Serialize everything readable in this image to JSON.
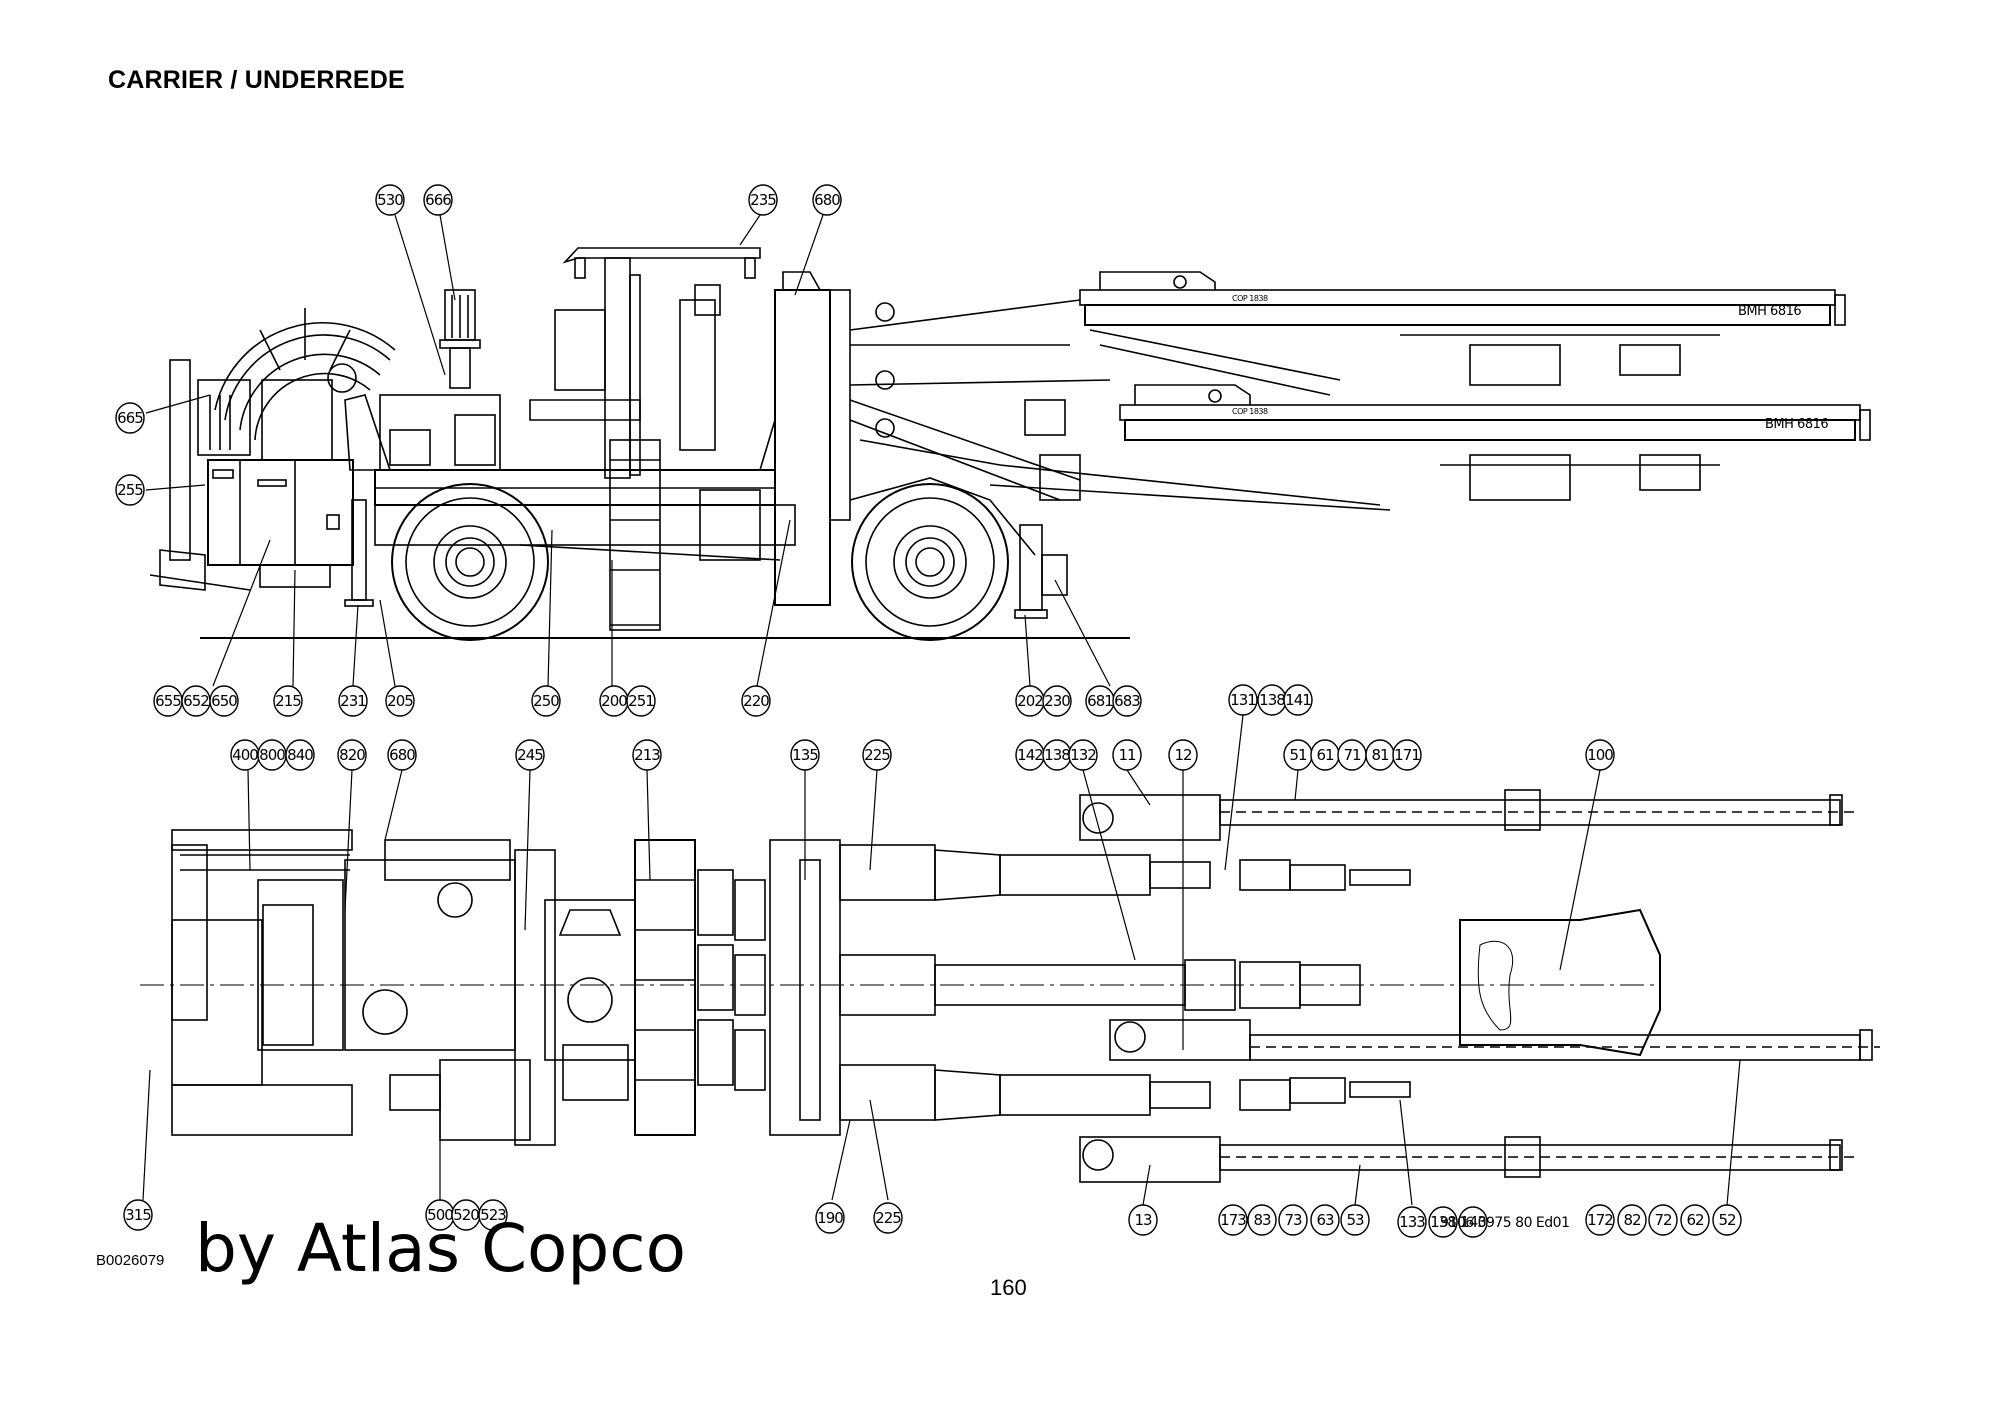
{
  "page": {
    "title": "CARRIER / UNDERREDE",
    "figure_code": "B0026079",
    "watermark": "by Atlas Copco",
    "page_number": "160",
    "document_code": "9106 0975 80 Ed01"
  },
  "side_view": {
    "boom_labels": [
      "BMH 6816",
      "BMH 6816"
    ],
    "rock_drill_labels": [
      "COP 1838",
      "COP 1838"
    ],
    "callouts_top": [
      "530",
      "666",
      "235",
      "680"
    ],
    "callouts_left": [
      "665",
      "255"
    ],
    "callouts_bottom": [
      "655",
      "652",
      "650",
      "215",
      "231",
      "205",
      "250",
      "200",
      "251",
      "220",
      "202",
      "230",
      "681",
      "683"
    ]
  },
  "plan_view": {
    "callouts_top": [
      "131",
      "138",
      "141",
      "400",
      "800",
      "840",
      "820",
      "680",
      "245",
      "213",
      "135",
      "225",
      "142",
      "138",
      "132",
      "11",
      "12",
      "51",
      "61",
      "71",
      "81",
      "171",
      "100"
    ],
    "callouts_bottom": [
      "315",
      "500",
      "520",
      "523",
      "190",
      "225",
      "13",
      "173",
      "83",
      "73",
      "63",
      "53",
      "133",
      "138",
      "143",
      "172",
      "82",
      "72",
      "62",
      "52"
    ]
  }
}
